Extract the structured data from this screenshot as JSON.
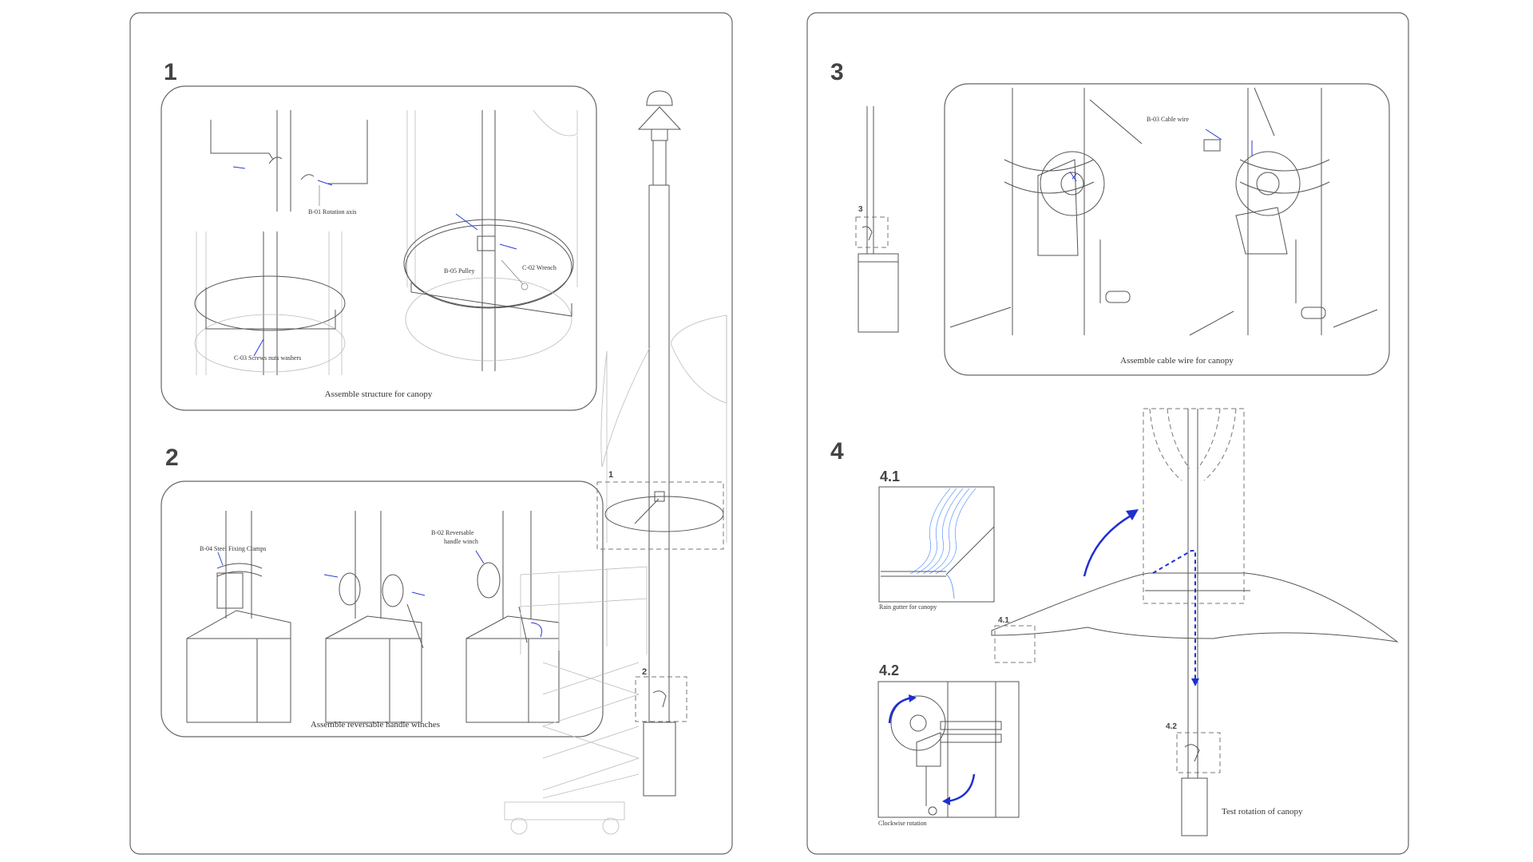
{
  "steps": {
    "step1": {
      "number": "1",
      "caption": "Assemble structure for canopy",
      "labels": {
        "rotation_axis": "B-01 Rotation axis",
        "pulley": "B-05 Pulley",
        "wrench": "C-02 Wrench",
        "screws": "C-03 Screws nuts washers"
      }
    },
    "step2": {
      "number": "2",
      "caption": "Assemble reversable handle winches",
      "labels": {
        "clamps": "B-04 Steel Fixing Clamps",
        "winch_line1": "B-02 Reversable",
        "winch_line2": "handle winch"
      }
    },
    "step3": {
      "number": "3",
      "caption": "Assemble cable wire for canopy",
      "labels": {
        "cable": "B-03 Cable wire"
      }
    },
    "step4": {
      "number": "4",
      "caption": "Test rotation of canopy",
      "sub1": {
        "number": "4.1",
        "caption": "Rain gutter for canopy"
      },
      "sub2": {
        "number": "4.2",
        "caption": "Clockwise rotation"
      }
    }
  },
  "markers": {
    "m1": "1",
    "m2": "2",
    "m3": "3",
    "m41": "4.1",
    "m42": "4.2"
  },
  "colors": {
    "accent": "#1f2fd0",
    "line": "#555555",
    "frame": "#666666"
  }
}
